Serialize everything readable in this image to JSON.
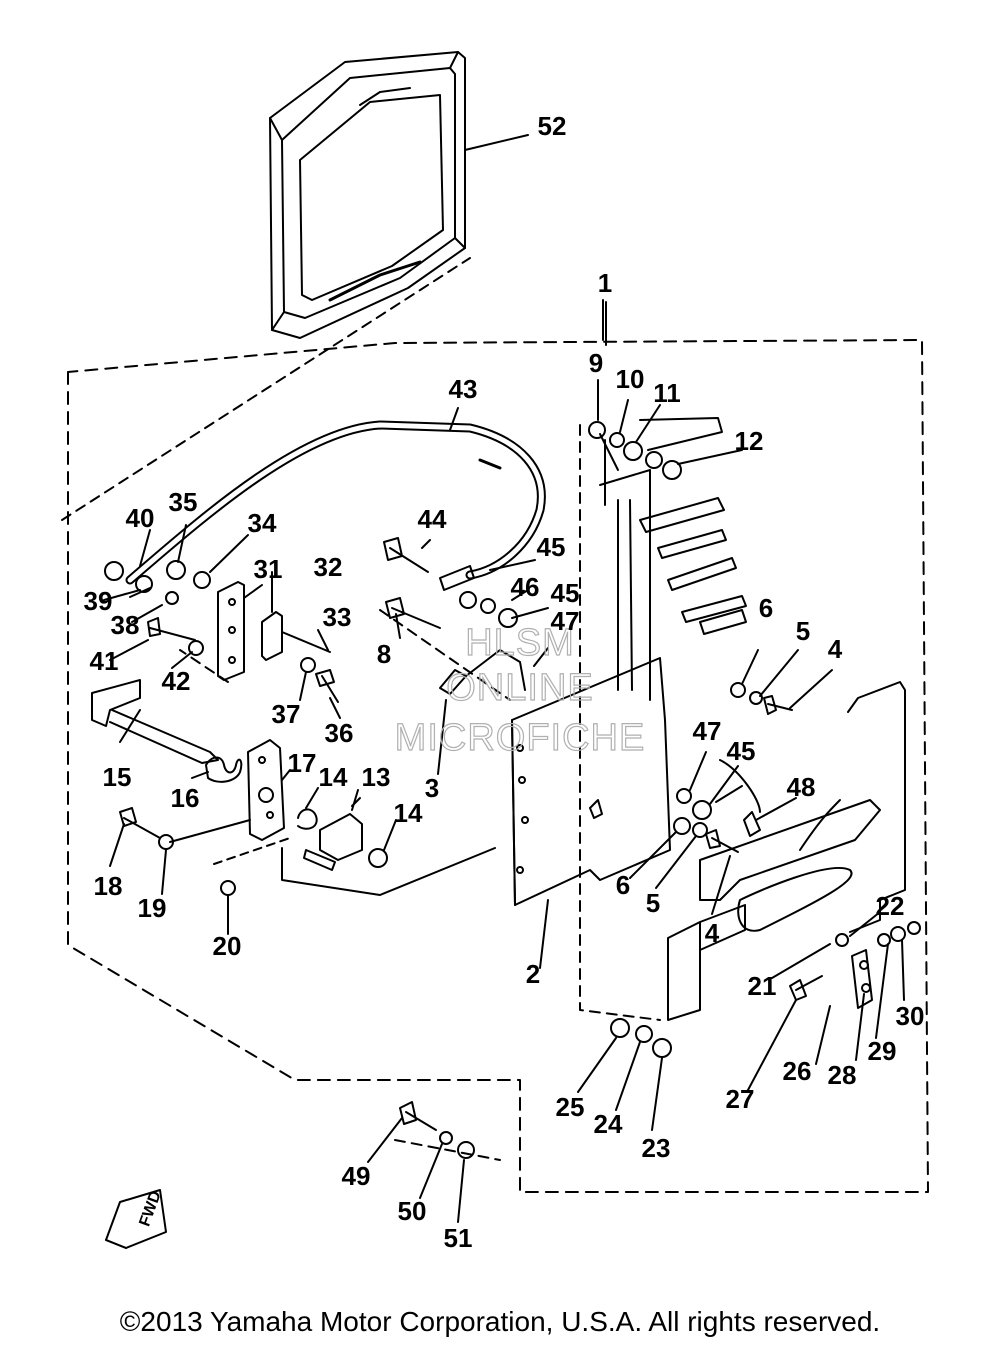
{
  "diagram": {
    "callouts": [
      "1",
      "2",
      "3",
      "4",
      "4",
      "5",
      "5",
      "6",
      "6",
      "8",
      "9",
      "10",
      "11",
      "12",
      "13",
      "14",
      "14",
      "15",
      "16",
      "17",
      "18",
      "19",
      "20",
      "21",
      "22",
      "23",
      "24",
      "25",
      "26",
      "27",
      "28",
      "29",
      "30",
      "31",
      "32",
      "33",
      "34",
      "35",
      "36",
      "37",
      "38",
      "39",
      "40",
      "41",
      "42",
      "43",
      "44",
      "45",
      "45",
      "45",
      "46",
      "47",
      "47",
      "48",
      "49",
      "50",
      "51",
      "52"
    ],
    "fwd_label": "FWD",
    "watermark": [
      "HLSM",
      "ONLINE",
      "MICROFICHE"
    ]
  },
  "copyright": "©2013 Yamaha Motor Corporation, U.S.A. All rights reserved."
}
